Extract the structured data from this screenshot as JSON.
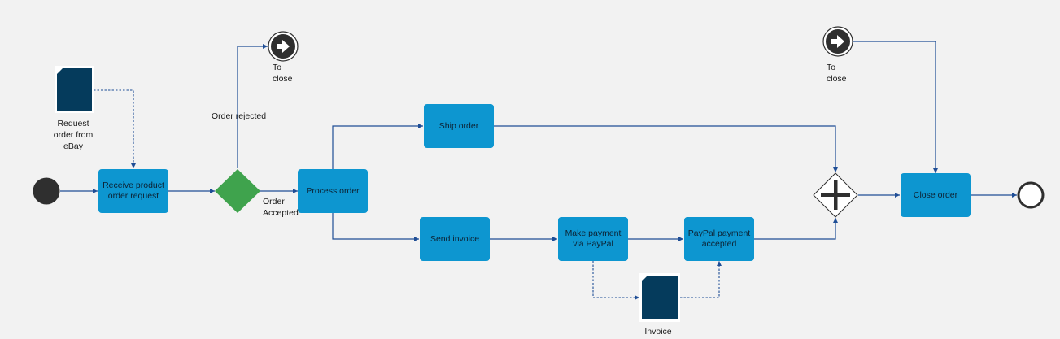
{
  "diagram": {
    "data_objects": {
      "request_order": "Request\norder from\neBay",
      "invoice": "Invoice"
    },
    "tasks": {
      "receive_request": "Receive product\norder request",
      "process_order": "Process order",
      "ship_order": "Ship order",
      "send_invoice": "Send invoice",
      "make_payment": "Make payment\nvia PayPal",
      "paypal_accepted": "PayPal payment\naccepted",
      "close_order": "Close order"
    },
    "gateway_labels": {
      "order_rejected": "Order rejected",
      "order_accepted": "Order\nAccepted"
    },
    "link_events": {
      "to_close_top_left": "To\nclose",
      "to_close_top_right": "To\nclose"
    },
    "colors": {
      "task_fill": "#0d96d0",
      "data_object_fill": "#053b5c",
      "exclusive_gateway": "#3fa34d",
      "connector": "#1f4e96",
      "event_dark": "#2f2f2f"
    }
  }
}
